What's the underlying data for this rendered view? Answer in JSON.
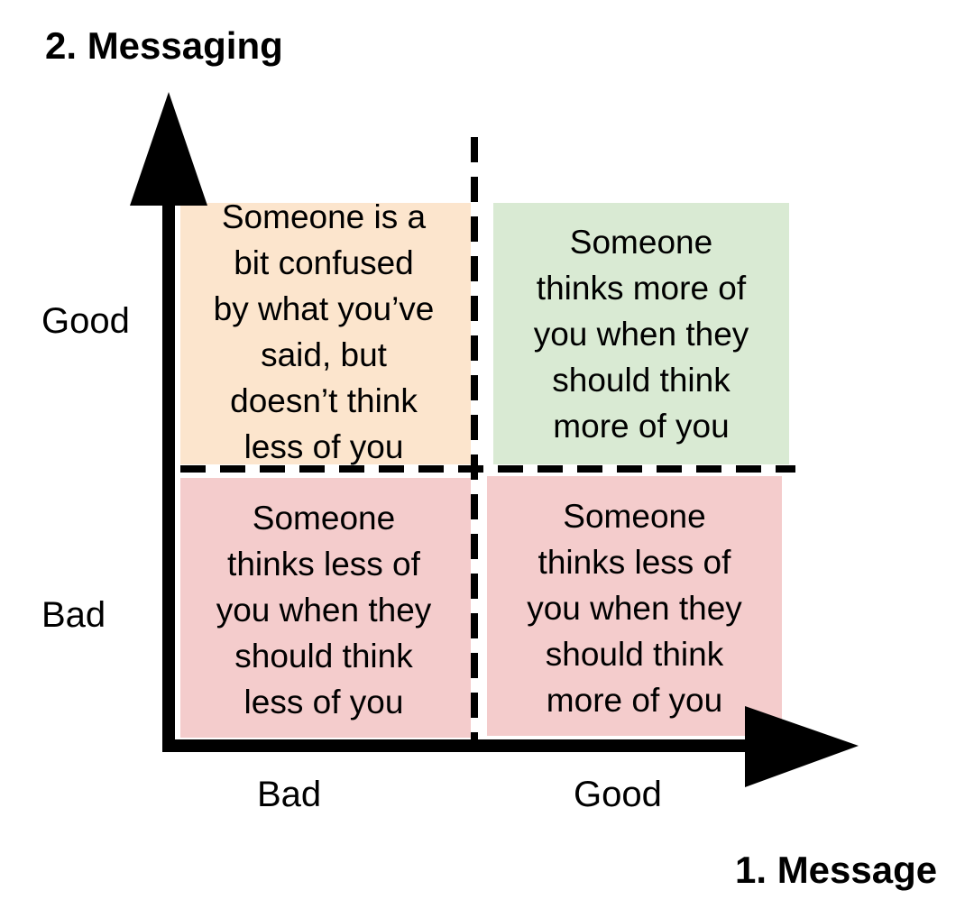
{
  "axes": {
    "y_title": "2. Messaging",
    "x_title": "1. Message",
    "y_ticks": [
      "Good",
      "Bad"
    ],
    "x_ticks": [
      "Bad",
      "Good"
    ]
  },
  "quadrants": {
    "top_left": {
      "text": "Someone is a bit confused by what you’ve said, but doesn’t think less of you",
      "lines": [
        "Someone is a",
        "bit confused",
        "by what you’ve",
        "said, but",
        "doesn’t think",
        "less of you"
      ],
      "color": "#fce5cd"
    },
    "top_right": {
      "text": "Someone thinks more of you when they should think more of you",
      "lines": [
        "Someone",
        "thinks more of",
        "you when they",
        "should think",
        "more of you"
      ],
      "color": "#d9ead3"
    },
    "bottom_left": {
      "text": "Someone thinks less of you when they should think less of you",
      "lines": [
        "Someone",
        "thinks less of",
        "you when they",
        "should think",
        "less of you"
      ],
      "color": "#f4cccc"
    },
    "bottom_right": {
      "text": "Someone thinks less of you when they should think more of you",
      "lines": [
        "Someone",
        "thinks less of",
        "you when they",
        "should think",
        "more of you"
      ],
      "color": "#f4cccc"
    }
  }
}
